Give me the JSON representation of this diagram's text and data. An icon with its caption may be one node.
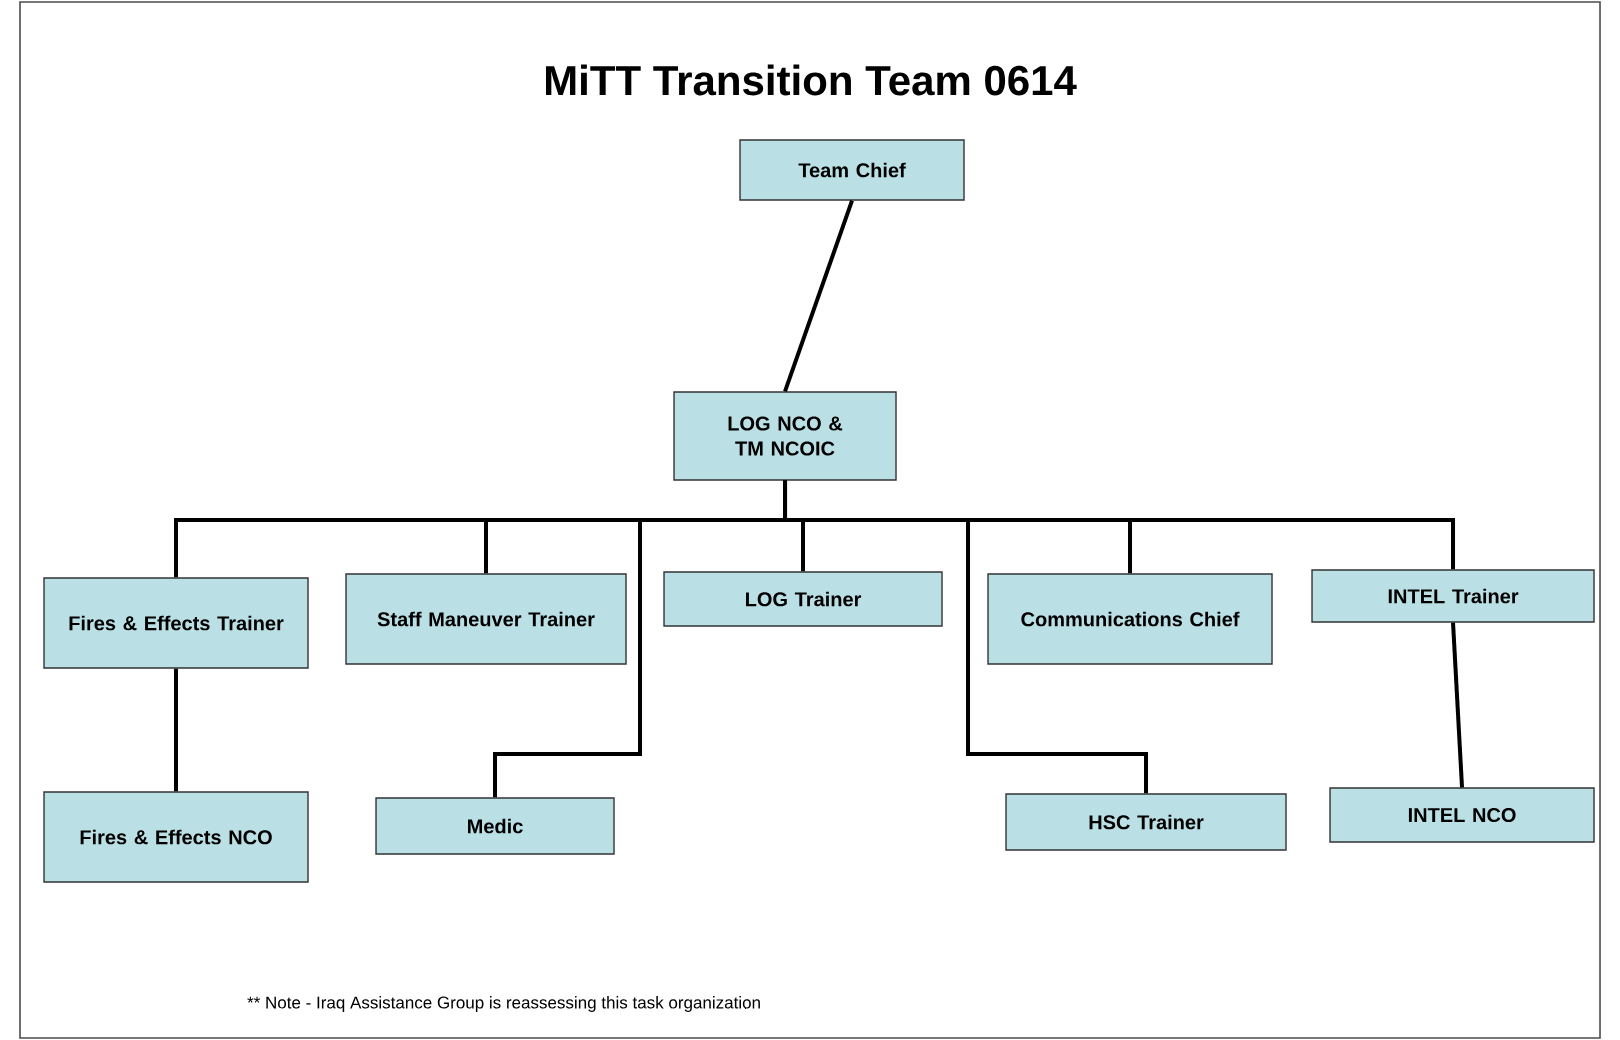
{
  "diagram": {
    "title": "MiTT Transition Team 0614",
    "nodes": [
      {
        "text": [
          "Team Chief"
        ]
      },
      {
        "text": [
          "LOG NCO & TM NCOIC"
        ]
      },
      {
        "text": [
          "Fires & Effects Trainer"
        ]
      },
      {
        "text": [
          "Staff Maneuver Trainer"
        ]
      },
      {
        "text": [
          "LOG Trainer"
        ]
      },
      {
        "text": [
          "Communications Chief"
        ]
      },
      {
        "text": [
          "INTEL Trainer"
        ]
      },
      {
        "text": [
          "Fires & Effects NCO"
        ]
      },
      {
        "text": [
          "Medic"
        ]
      },
      {
        "text": [
          "HSC Trainer"
        ]
      },
      {
        "text": [
          "INTEL NCO"
        ]
      }
    ],
    "edges": [
      {
        "from": 0,
        "to": 1,
        "arrow": "none"
      },
      {
        "from": 1,
        "to": 2,
        "arrow": "none"
      },
      {
        "from": 1,
        "to": 3,
        "arrow": "none"
      },
      {
        "from": 1,
        "to": 4,
        "arrow": "none"
      },
      {
        "from": 1,
        "to": 5,
        "arrow": "none"
      },
      {
        "from": 1,
        "to": 6,
        "arrow": "none"
      },
      {
        "from": 1,
        "to": 8,
        "arrow": "none"
      },
      {
        "from": 1,
        "to": 9,
        "arrow": "none"
      },
      {
        "from": 2,
        "to": 7,
        "arrow": "none"
      },
      {
        "from": 6,
        "to": 10,
        "arrow": "none"
      }
    ],
    "labels": [
      "** Note - Iraq Assistance Group is reassessing this task organization"
    ]
  }
}
